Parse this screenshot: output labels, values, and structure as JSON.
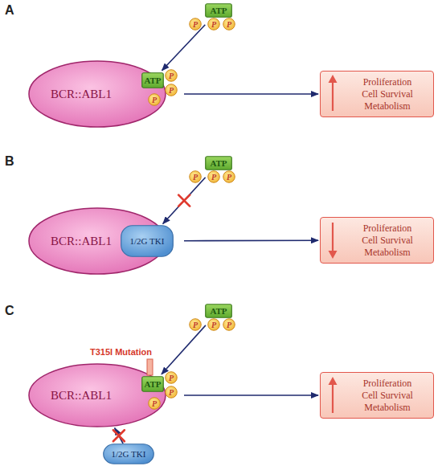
{
  "diagram": {
    "nodes": [
      {
        "text": [
          "ATP"
        ]
      },
      {
        "text": [
          "P"
        ]
      },
      {
        "text": [
          "P"
        ]
      },
      {
        "text": [
          "P"
        ]
      },
      {
        "text": [
          "BCR::ABL1"
        ]
      },
      {
        "text": [
          "ATP"
        ]
      },
      {
        "text": [
          "P"
        ]
      },
      {
        "text": [
          "P"
        ]
      },
      {
        "text": [
          "P"
        ]
      },
      {
        "text": [
          "Proliferation Cell Survival Metabolism"
        ]
      },
      {
        "text": [
          "ATP"
        ]
      },
      {
        "text": [
          "P"
        ]
      },
      {
        "text": [
          "P"
        ]
      },
      {
        "text": [
          "P"
        ]
      },
      {
        "text": [
          "BCR::ABL1"
        ]
      },
      {
        "text": [
          "1/2G TKI"
        ]
      },
      {
        "text": [
          "Proliferation Cell Survival Metabolism"
        ]
      },
      {
        "text": [
          "ATP"
        ]
      },
      {
        "text": [
          "P"
        ]
      },
      {
        "text": [
          "P"
        ]
      },
      {
        "text": [
          "P"
        ]
      },
      {
        "text": [
          "BCR::ABL1"
        ]
      },
      {
        "text": [
          "ATP"
        ]
      },
      {
        "text": [
          "P"
        ]
      },
      {
        "text": [
          "P"
        ]
      },
      {
        "text": [
          "P"
        ]
      },
      {
        "text": [
          "Proliferation Cell Survival Metabolism"
        ]
      },
      {
        "text": [
          "1/2G TKI"
        ]
      }
    ],
    "edges": [
      {
        "from": 0,
        "to": 5,
        "arrow": "to"
      },
      {
        "from": 4,
        "to": 9,
        "arrow": "to"
      },
      {
        "from": 10,
        "to": 15,
        "arrow": "to"
      },
      {
        "from": 14,
        "to": 16,
        "arrow": "to"
      },
      {
        "from": 17,
        "to": 22,
        "arrow": "to"
      },
      {
        "from": 21,
        "to": 26,
        "arrow": "to"
      },
      {
        "from": 27,
        "to": 21,
        "arrow": "to"
      }
    ],
    "labels": [
      "A",
      "B",
      "C",
      "T315I Mutation"
    ]
  }
}
